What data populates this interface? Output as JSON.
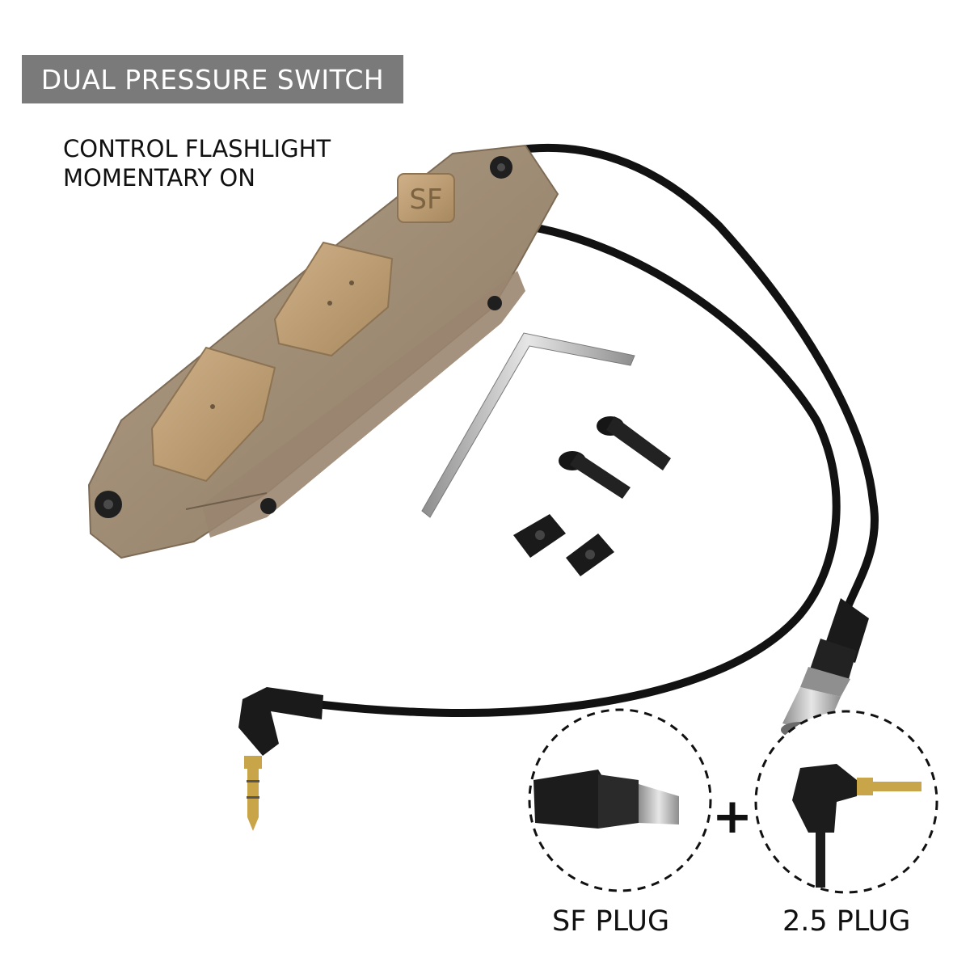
{
  "banner": {
    "text": "DUAL PRESSURE SWITCH"
  },
  "subtitle": {
    "lines": [
      "CONTROL FLASHLIGHT",
      "MOMENTARY ON"
    ]
  },
  "switch_pad": {
    "label": "SF"
  },
  "plugs": [
    {
      "label": "SF PLUG"
    },
    {
      "label": "2.5 PLUG"
    }
  ],
  "plus_sign": "+",
  "colors": {
    "banner_bg": "#7a7a7a",
    "body_tan": "#a49178",
    "pad_tan": "#c3a47a",
    "cable_black": "#111111",
    "metal": "#b9b9b9",
    "brass": "#c9a54a",
    "text_dark": "#111111"
  }
}
